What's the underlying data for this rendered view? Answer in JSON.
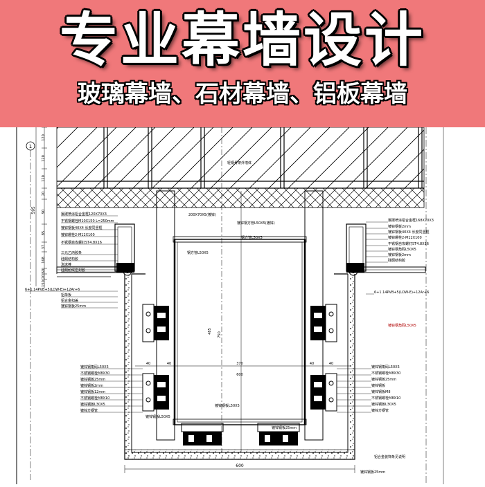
{
  "banner": {
    "title": "专业幕墙设计",
    "subtitle": "玻璃幕墙、石材幕墙、铝板幕墙",
    "color": "#f0787a"
  },
  "drawing": {
    "grid_marker": "1",
    "left_dims": [
      "120",
      "120",
      "120",
      "20",
      "90",
      "85",
      "37",
      "168",
      "60",
      "20",
      "150"
    ],
    "left_total_dim": "595",
    "top_labels": [
      "轻钢骨架外墙体",
      "200X70X5(镀锌)",
      "镀锌钢方管L50X5(镀锌)",
      "钢方管L50X5",
      "钢方管L50X5"
    ],
    "left_notes": [
      "氟碳喷涂铝合金框120X70X3",
      "不锈钢螺栓M10X150 L=250mm",
      "镀锌钢板40X4 长度同竖框",
      "镀锌螺栓2-M12X100",
      "不锈钢自攻螺钉ST4.8X16",
      "三元乙丙胶条",
      "硅酮结构胶",
      "泡沫棒",
      "硅酮耐候密封胶",
      "6+1.14PVB+5(LOW-E)+12Ar+6",
      "铝单板",
      "铝合金扣盖",
      "镀锌钢板25mm"
    ],
    "right_notes": [
      "氟碳喷涂铝合金框168X70X3",
      "镀锌钢板2mm",
      "镀锌钢板40X4 长度同竖框",
      "镀锌螺栓2-M12X100",
      "不锈钢自攻螺钉ST4.8X16",
      "镀锌钢角码L50X5",
      "镀锌钢板2mm",
      "硅酮结构胶",
      "6+1.14PVB+5(LOW-E)+12Ar+6"
    ],
    "mid_left_notes": [
      "镀锌钢角码L50X5",
      "不锈钢螺栓M8X30",
      "镀锌钢板25mm",
      "镀锌钢板2mm",
      "镀锌钢板12mm",
      "不锈钢螺栓M8X10",
      "镀锌钢板L30X5",
      "镀锌方钢管"
    ],
    "mid_right_notes": [
      "镀锌钢角码L50X5",
      "不锈钢螺栓M8X30",
      "镀锌钢板25mm",
      "镀锌钢板",
      "镀锌钢板M8",
      "不锈钢螺栓M8X10",
      "镀锌钢板L30X5",
      "镀锌方钢管"
    ],
    "center_dims": [
      "750",
      "485",
      "40",
      "40",
      "40",
      "40",
      "600",
      "370"
    ],
    "bottom_dims": [
      "600"
    ],
    "bottom_notes": [
      "镀锌钢板L50X5",
      "镀锌钢板L50X5",
      "镀锌钢板25mm",
      "铝合金装饰条见说明",
      "镀锌钢板25mm"
    ],
    "accent_color": "#b00000"
  }
}
